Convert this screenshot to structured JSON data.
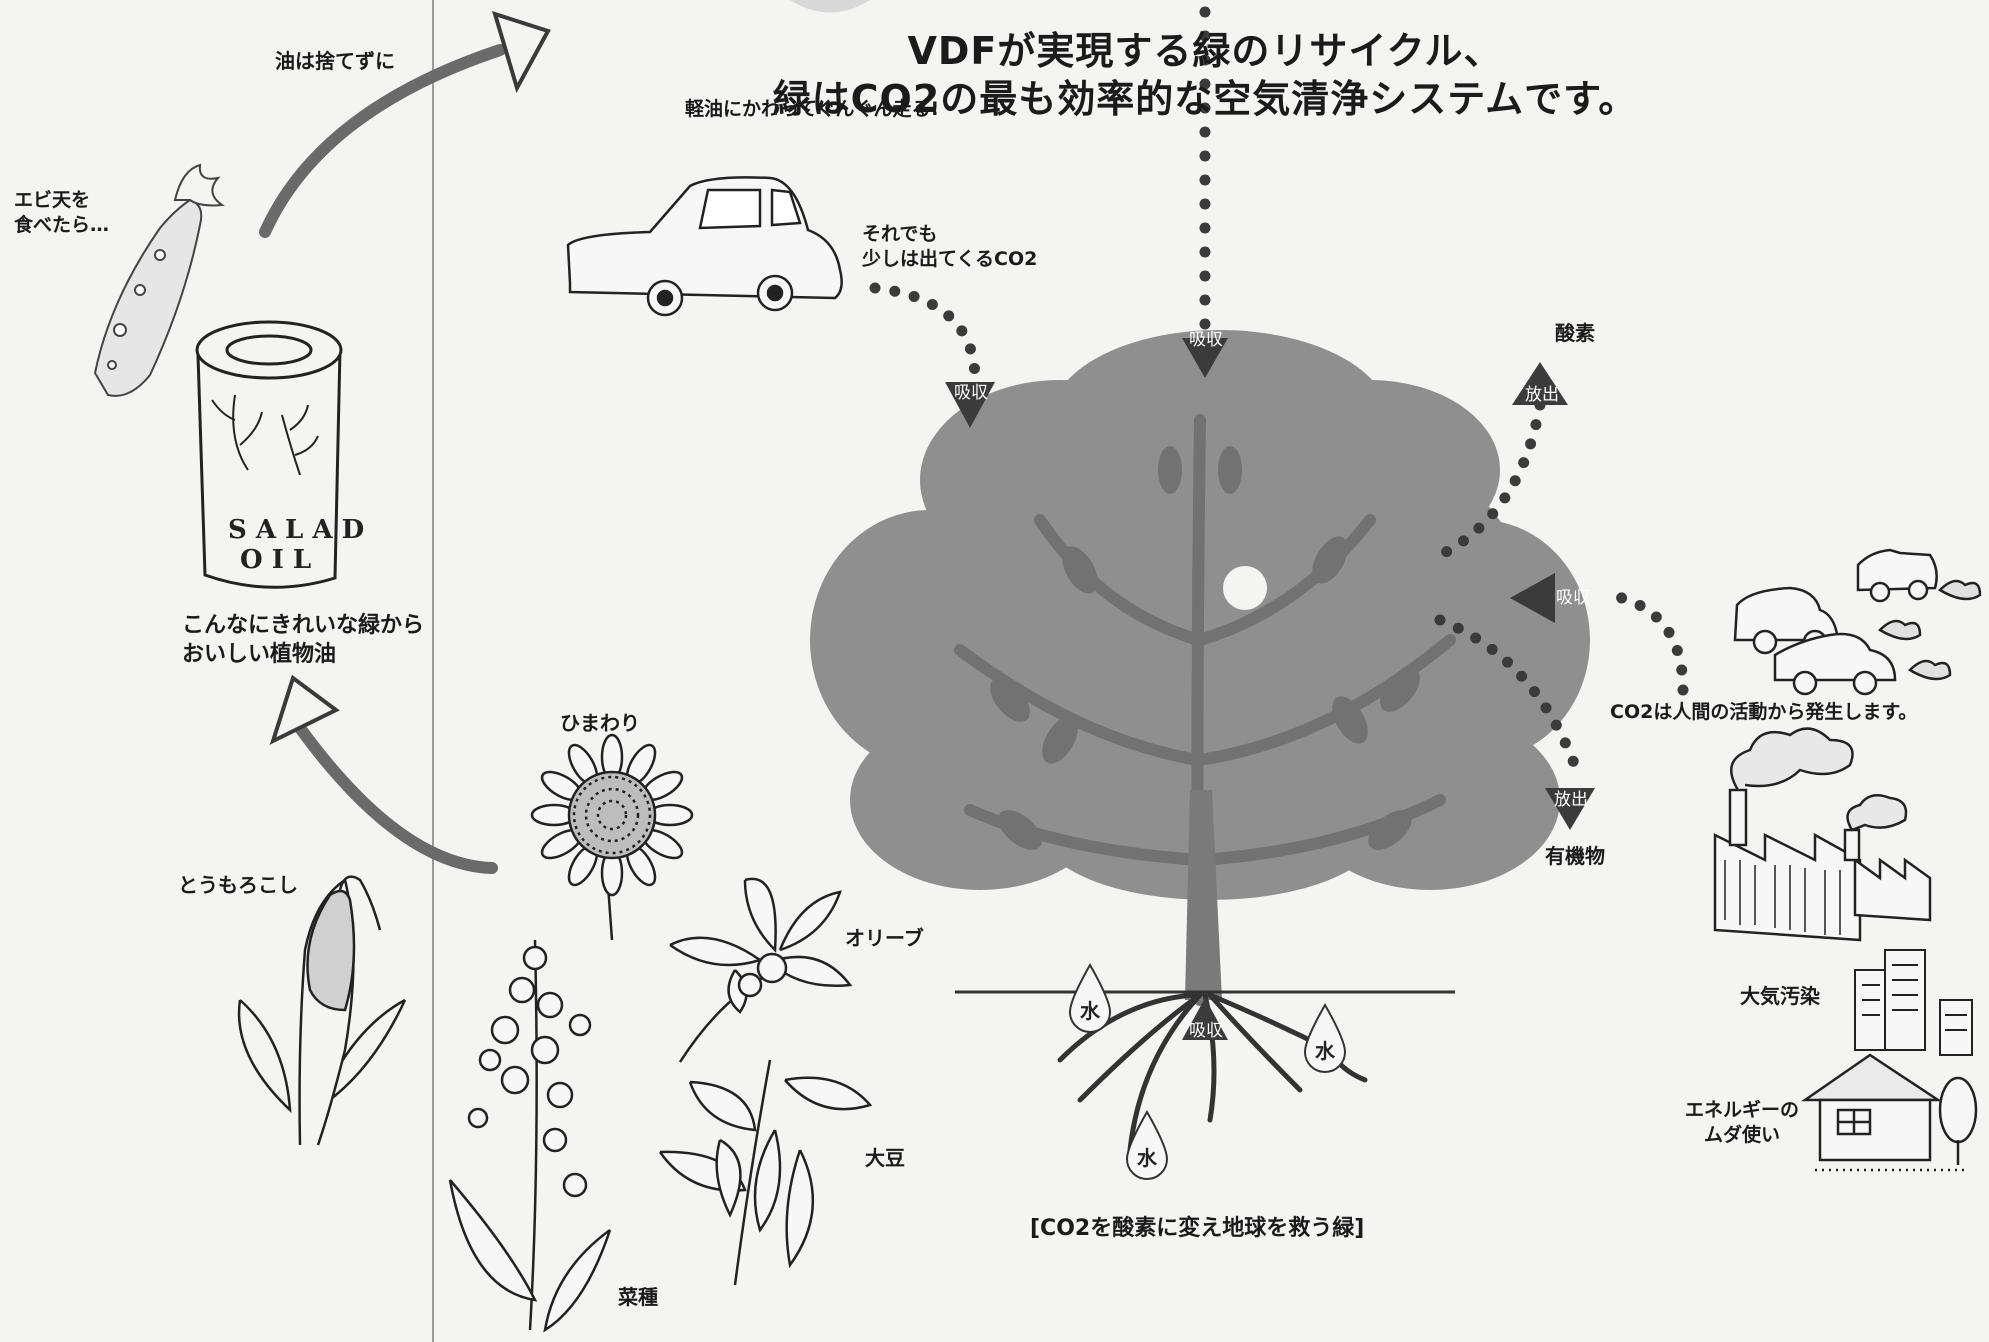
{
  "title": {
    "line1": "VDFが実現する緑のリサイクル、",
    "line2": "緑はCO2の最も効率的な空気清浄システムです。"
  },
  "left_panel": {
    "oil_not_discarded": "油は捨てずに",
    "after_eating_tempura": "エビ天を\n食べたら…",
    "can_text_line1": "SALAD",
    "can_text_line2": "OIL",
    "from_green_oil": "こんなにきれいな緑から\nおいしい植物油",
    "corn": "とうもろこし"
  },
  "car_section": {
    "runs_instead_of_diesel": "軽油にかわってぐんぐん走る!",
    "some_co2_still": "それでも\n少しは出てくるCO2"
  },
  "plants": {
    "sunflower": "ひまわり",
    "olive": "オリーブ",
    "soybean": "大豆",
    "rapeseed": "菜種"
  },
  "tree_section": {
    "absorb_label": "吸収",
    "release_label": "放出",
    "oxygen": "酸素",
    "organic_matter": "有機物",
    "water": "水",
    "caption": "[CO2を酸素に変え地球を救う緑]"
  },
  "right_panel": {
    "co2_from_humans": "CO2は人間の活動から発生します。",
    "air_pollution": "大気汚染",
    "energy_waste": "エネルギーの\nムダ使い"
  },
  "colors": {
    "tree_canopy": "#8f8f8f",
    "tree_dark": "#727272",
    "trunk": "#7a7a7a",
    "marker": "#3b3b3b",
    "arrow": "#6a6a6a",
    "background": "#f4f4f3"
  }
}
